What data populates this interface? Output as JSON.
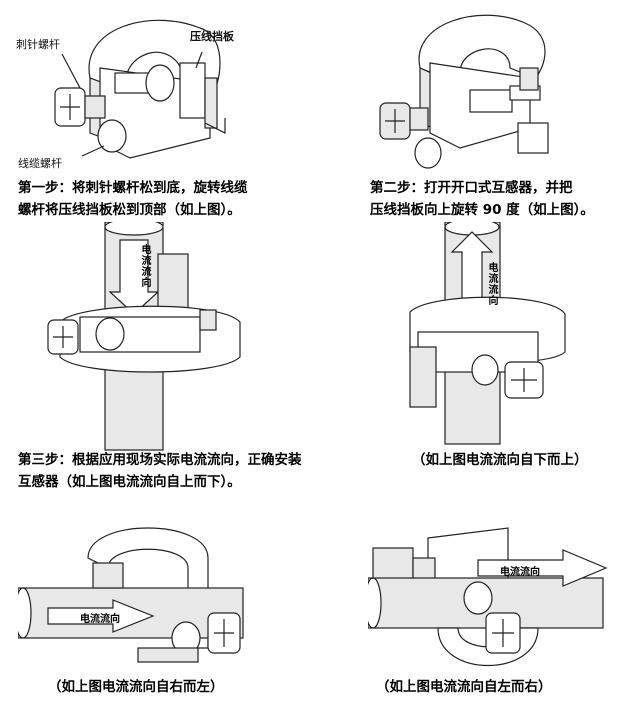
{
  "labels": {
    "spike_screw": "刺针螺杆",
    "crimp_plate": "压线挡板",
    "cable_screw": "线缆螺杆",
    "current_direction": "电流流向"
  },
  "steps": {
    "step1_line1": "第一步：将刺针螺杆松到底，旋转线缆",
    "step1_line2": "螺杆将压线挡板松到顶部（如上图）。",
    "step2_line1": "第二步：打开开口式互感器，并把",
    "step2_line2": "压线挡板向上旋转 90 度（如上图）。",
    "step3_line1": "第三步：根据应用现场实际电流流向，正确安装",
    "step3_line2": "互感器（如上图电流流向自上而下）。",
    "caption_bottom_up": "（如上图电流流向自下而上）",
    "caption_right_left": "（如上图电流流向自右而左）",
    "caption_left_right": "（如上图电流流向自左而右）"
  }
}
